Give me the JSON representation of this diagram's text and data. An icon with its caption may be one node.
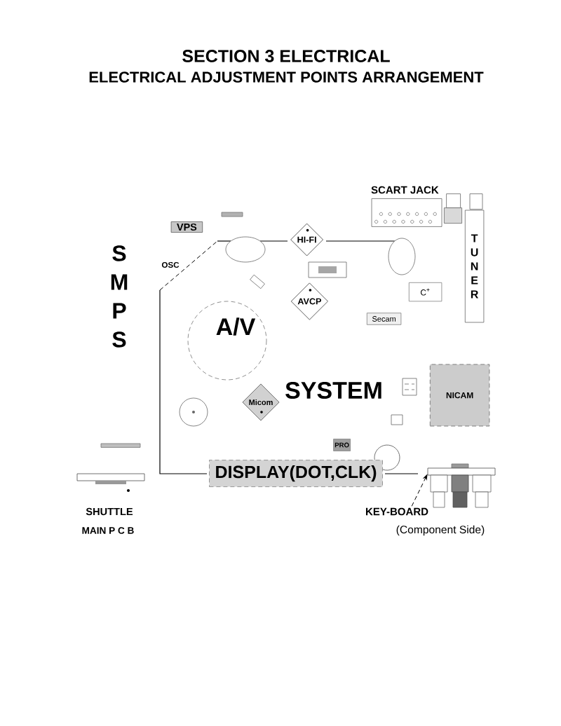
{
  "diagram": {
    "title": "SECTION 3 ELECTRICAL",
    "nodes": [
      {
        "text": [
          "SCART JACK"
        ]
      },
      {
        "text": [
          "VPS"
        ]
      },
      {
        "text": [
          "HI-FI"
        ]
      },
      {
        "text": [
          "AVCP"
        ]
      },
      {
        "text": [
          "C$^{+}$"
        ]
      },
      {
        "text": [
          "Secam"
        ]
      },
      {
        "text": [
          "TUNER"
        ]
      },
      {
        "text": [
          "Micom"
        ]
      },
      {
        "text": [
          "NICAM"
        ]
      },
      {
        "text": [
          "PRO"
        ]
      },
      {
        "text": [
          "DISPLAY(DOT,CLK)"
        ]
      },
      {
        "text": [
          "KEY-BOARD"
        ]
      },
      {
        "text": [],
        "shape": "picture"
      }
    ],
    "edges": [
      {
        "from": 11,
        "to": 12,
        "arrow": "to",
        "style": "dashed"
      }
    ],
    "labels": [
      "ELECTRICAL ADJUSTMENT POINTS ARRANGEMENT",
      "SMPS",
      "OSC",
      "A/V",
      "SYSTEM",
      "SHUTTLE",
      "MAIN P C B",
      "(Component Side)"
    ]
  }
}
